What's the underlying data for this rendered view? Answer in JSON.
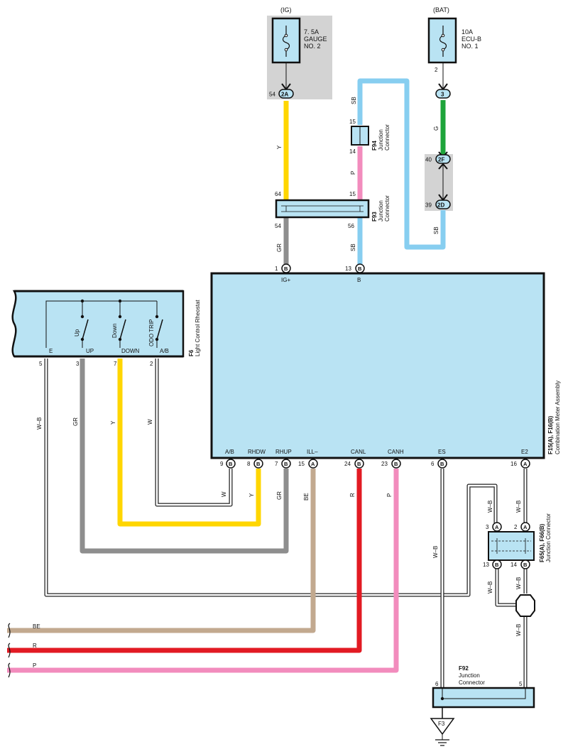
{
  "fuses": {
    "ig": {
      "source": "(IG)",
      "rating": "7. 5A",
      "line1": "GAUGE",
      "line2": "NO. 2"
    },
    "bat": {
      "source": "(BAT)",
      "rating": "10A",
      "line1": "ECU-B",
      "line2": "NO. 1"
    }
  },
  "pins": {
    "p54": "54",
    "c2a": "2A",
    "p2": "2",
    "c3": "3",
    "p15a": "15",
    "p14": "14",
    "p40": "40",
    "c2f": "2F",
    "p64": "64",
    "p15b": "15",
    "p39": "39",
    "c2d": "2D",
    "p54b": "54",
    "p56": "56",
    "p1": "1",
    "p13": "13",
    "cb": "B",
    "ca": "A",
    "p5": "5",
    "p3": "3",
    "p7": "7",
    "p2r": "2",
    "p9": "9",
    "p8": "8",
    "p7m": "7",
    "p15m": "15",
    "p24": "24",
    "p23": "23",
    "p6": "6",
    "p16": "16",
    "pj3": "3",
    "pj2": "2",
    "pj13": "13",
    "pj14": "14",
    "pf6": "6",
    "pf5": "5"
  },
  "wires": {
    "sb1": "SB",
    "y1": "Y",
    "p1": "P",
    "g1": "G",
    "sb2": "SB",
    "gr1": "GR",
    "sb3": "SB",
    "wb1": "W–B",
    "gr2": "GR",
    "y2": "Y",
    "w1": "W",
    "w2": "W",
    "y3": "Y",
    "gr3": "GR",
    "be1": "BE",
    "r1": "R",
    "p2": "P",
    "wb2": "W–B",
    "wb3": "W–B",
    "wb4": "W–B",
    "wb5": "W–B",
    "wb6": "W–B",
    "wb7": "W–B",
    "be2": "BE",
    "r2": "R",
    "p3": "P"
  },
  "connectors": {
    "f94": {
      "code": "F94",
      "name1": "Junction",
      "name2": "Connector"
    },
    "f93": {
      "code": "F93",
      "name1": "Junction",
      "name2": "Connector"
    },
    "f92": {
      "code": "F92",
      "name1": "Junction",
      "name2": "Connector"
    },
    "f65": {
      "code": "F65(A), F66(B)",
      "name": "Junction Connector"
    },
    "f6": {
      "code": "F6",
      "name": "Light Control Rheostat"
    },
    "f15": {
      "code": "F15(A), F16(B)",
      "name": "Combination Meter Assembly"
    }
  },
  "meter": {
    "ig_plus": "IG+",
    "b": "B",
    "ab": "A/B",
    "rhdw": "RHDW",
    "rhup": "RHUP",
    "ill": "ILL–",
    "canl": "CANL",
    "canh": "CANH",
    "es": "ES",
    "e2": "E2"
  },
  "rheostat": {
    "up": "Up",
    "down": "Down",
    "odo": "ODO TRIP",
    "e": "E",
    "up_t": "UP",
    "down_t": "DOWN",
    "ab_t": "A/B"
  },
  "ground": "F3",
  "colors": {
    "Y": "#ffd600",
    "SB": "#87cef0",
    "P": "#f28cbd",
    "G": "#1ea43a",
    "GR": "#8e8e8e",
    "R": "#e21a23",
    "BE": "#c2a98f",
    "body": "#b9e3f3",
    "shade": "#d3d3d3"
  }
}
